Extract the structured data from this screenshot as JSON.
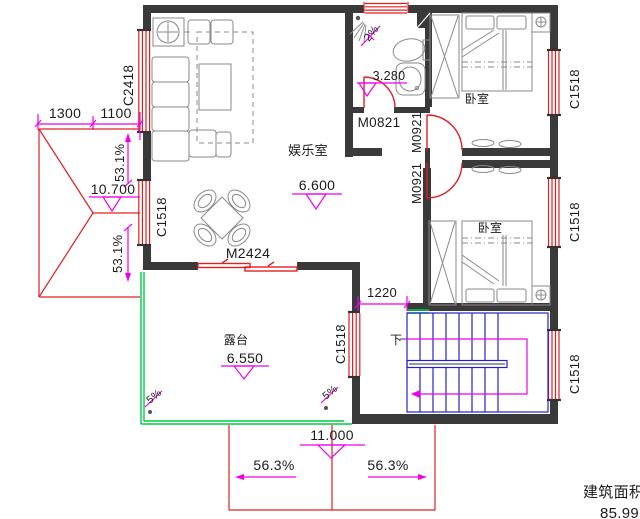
{
  "drawing": {
    "type": "floor-plan",
    "labels": {
      "dim_1300": "1300",
      "dim_1100": "1100",
      "dim_1220": "1220",
      "win_c2418": "C2418",
      "win_c1518": "C1518",
      "door_m0821": "M0821",
      "door_m0921": "M0921",
      "door_m2424": "M2424",
      "room_entertainment": "娱乐室",
      "room_bedroom": "卧室",
      "room_terrace": "露台",
      "level_10700": "10.700",
      "level_6600": "6.600",
      "level_6550": "6.550",
      "level_3280": "3.280",
      "level_11000": "11.000",
      "slope_531": "53.1%",
      "slope_563": "56.3%",
      "slope_5": "5%",
      "slope_2": "2%",
      "stairs_down": "下",
      "area_title": "建筑面积",
      "area_value": "85.99"
    },
    "colors": {
      "wall": "#3a3a3a",
      "furniture": "#8a8a8a",
      "window_red": "#e02020",
      "annotation_magenta": "#ee00ee",
      "terrace_green": "#00cc44",
      "stairs_blue": "#2222cc",
      "area_cyan": "#2fc6c6",
      "text": "#1c1c1c",
      "background": "#ffffff"
    }
  }
}
